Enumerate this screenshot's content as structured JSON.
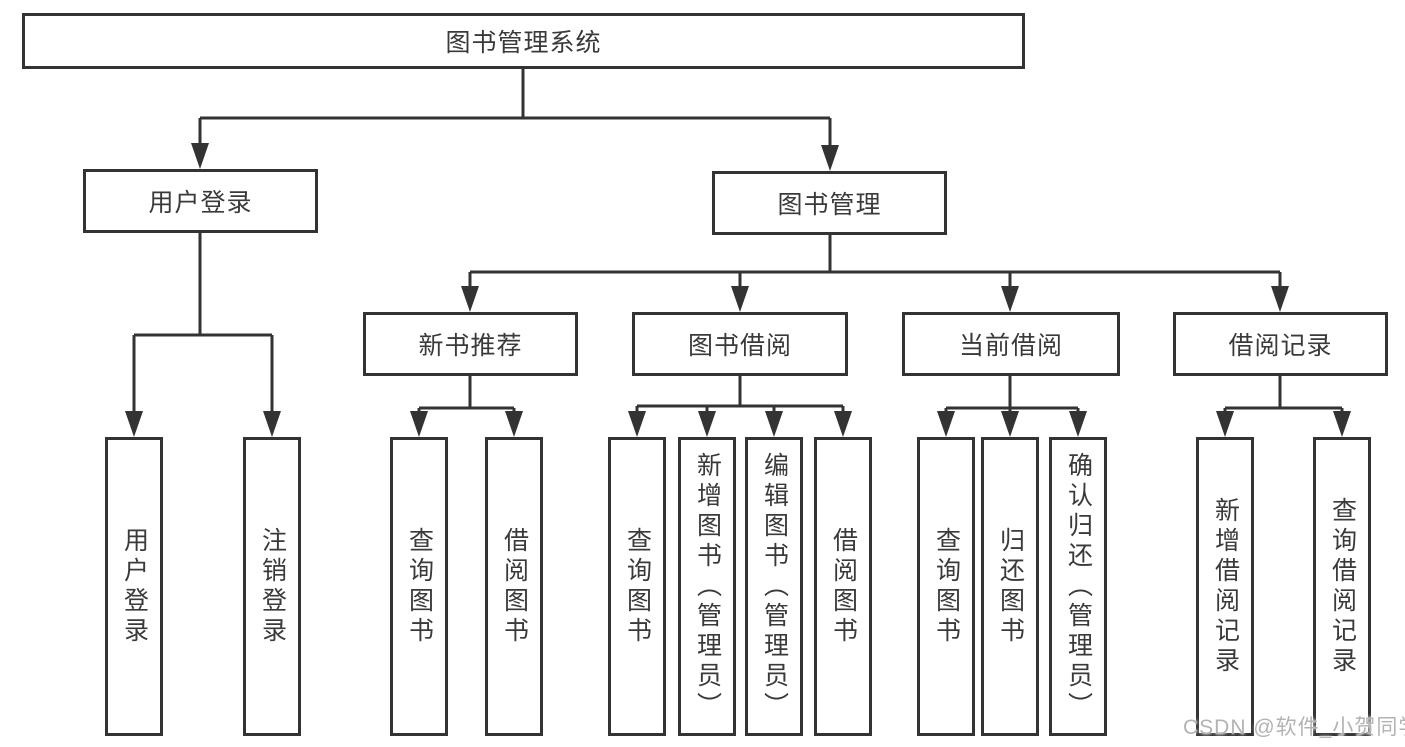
{
  "diagram": {
    "root": "图书管理系统",
    "level2": {
      "login": "用户登录",
      "mgmt": "图书管理"
    },
    "level3": {
      "recommend": "新书推荐",
      "borrow": "图书借阅",
      "current": "当前借阅",
      "records": "借阅记录"
    },
    "leaves": {
      "login": [
        "用户登录",
        "注销登录"
      ],
      "recommend": [
        "查询图书",
        "借阅图书"
      ],
      "borrow": [
        "查询图书",
        "新增图书（管理员）",
        "编辑图书（管理员）",
        "借阅图书"
      ],
      "current": [
        "查询图书",
        "归还图书",
        "确认归还（管理员）"
      ],
      "records": [
        "新增借阅记录",
        "查询借阅记录"
      ]
    }
  },
  "watermark": "CSDN @软件_小贺同学",
  "colors": {
    "line": "#333333",
    "text": "#3a3a3a",
    "background": "#ffffff",
    "watermark": "#b3b3b3"
  }
}
